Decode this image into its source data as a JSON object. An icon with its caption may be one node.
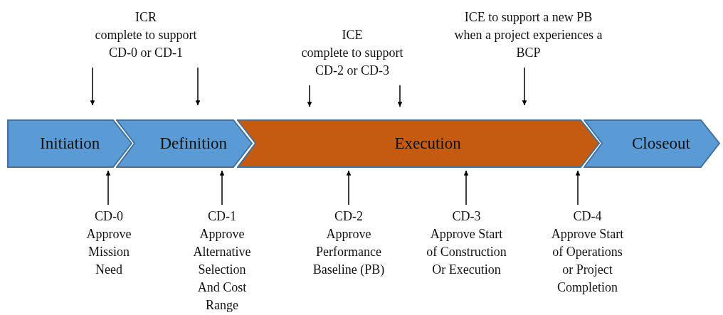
{
  "diagram": {
    "nodes": [
      {
        "text": [
          "Initiation"
        ]
      },
      {
        "text": [
          "Definition"
        ]
      },
      {
        "text": [
          "Execution"
        ]
      },
      {
        "text": [
          "Closeout"
        ]
      },
      {
        "text": [
          "ICR",
          "complete to support CD-0 or CD-1"
        ]
      },
      {
        "text": [
          "ICE",
          "complete to support CD-2 or CD-3"
        ]
      },
      {
        "text": [
          "ICE to support a new PB when a project experiences a BCP"
        ]
      },
      {
        "text": [
          "CD-0",
          "Approve Mission Need"
        ]
      },
      {
        "text": [
          "CD-1",
          "Approve Alternative Selection And Cost Range"
        ]
      },
      {
        "text": [
          "CD-2",
          "Approve Performance Baseline (PB)"
        ]
      },
      {
        "text": [
          "CD-3",
          "Approve Start of Construction Or Execution"
        ]
      },
      {
        "text": [
          "CD-4",
          "Approve Start of Operations or Project Completion"
        ]
      }
    ],
    "edges": [
      {
        "from": 4,
        "to": 0,
        "arrow": "to"
      },
      {
        "from": 4,
        "to": 1,
        "arrow": "to"
      },
      {
        "from": 5,
        "to": 2,
        "arrow": "to"
      },
      {
        "from": 5,
        "to": 2,
        "arrow": "to"
      },
      {
        "from": 6,
        "to": 2,
        "arrow": "to"
      },
      {
        "from": 7,
        "to": 0,
        "arrow": "to"
      },
      {
        "from": 8,
        "to": 1,
        "arrow": "to"
      },
      {
        "from": 9,
        "to": 2,
        "arrow": "to"
      },
      {
        "from": 10,
        "to": 2,
        "arrow": "to"
      },
      {
        "from": 11,
        "to": 2,
        "arrow": "to"
      }
    ]
  }
}
